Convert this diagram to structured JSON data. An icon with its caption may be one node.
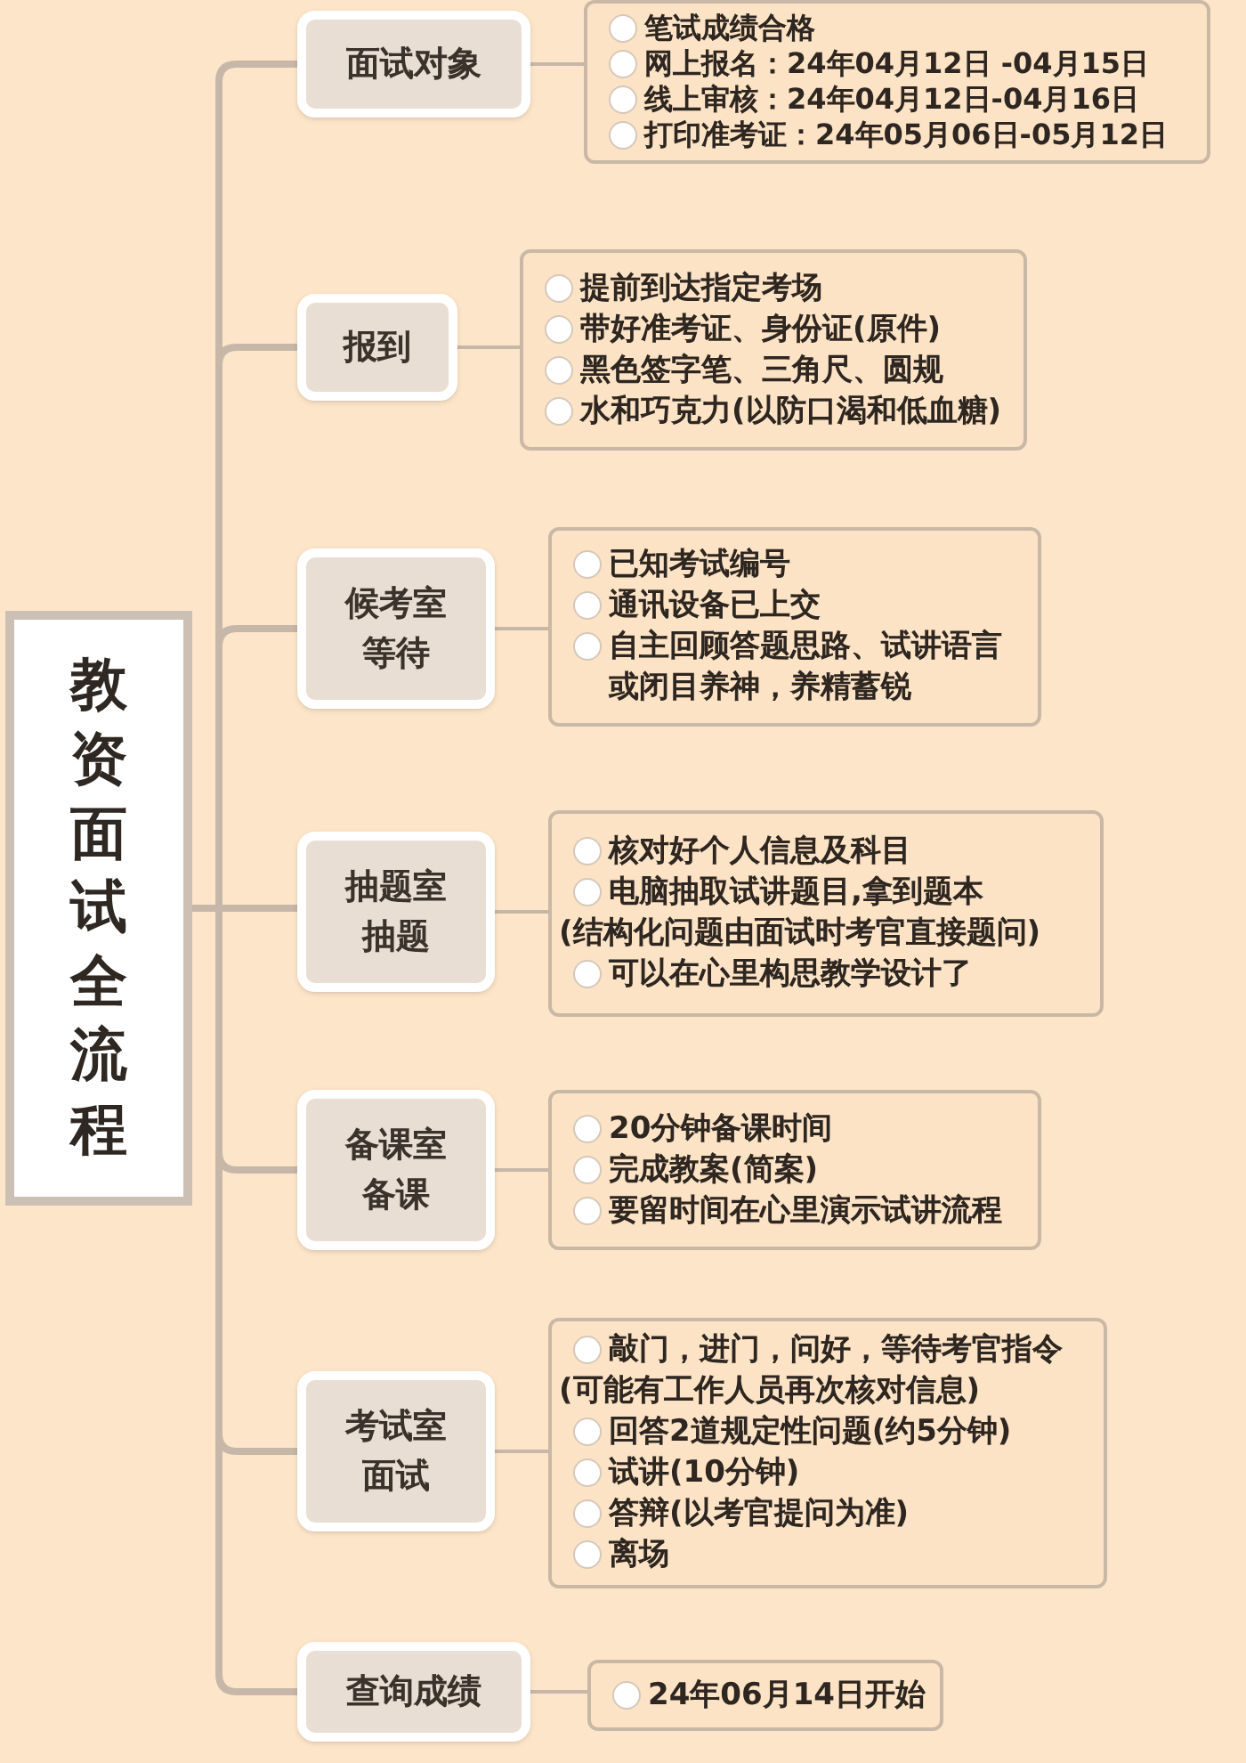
{
  "diagram": {
    "nodes": [
      {
        "text": [
          "教资面试全流程"
        ]
      },
      {
        "text": [
          "面试对象"
        ]
      },
      {
        "text": [
          "笔试成绩合格",
          "网上报名：24年04月12日 -04月15日",
          "线上审核：24年04月12日-04月16日",
          "打印准考证：24年05月06日-05月12日"
        ]
      },
      {
        "text": [
          "报到"
        ]
      },
      {
        "text": [
          "提前到达指定考场",
          "带好准考证、身份证(原件)",
          "黑色签字笔、三角尺、圆规",
          "水和巧克力(以防口渴和低血糖)"
        ]
      },
      {
        "text": [
          "候考室等待"
        ]
      },
      {
        "text": [
          "已知考试编号",
          "通讯设备已上交",
          "自主回顾答题思路、试讲语言或闭目养神，养精蓄锐"
        ]
      },
      {
        "text": [
          "抽题室抽题"
        ]
      },
      {
        "text": [
          "核对好个人信息及科目",
          "电脑抽取试讲题目,拿到题本",
          "(结构化问题由面试时考官直接题问)",
          "可以在心里构思教学设计了"
        ]
      },
      {
        "text": [
          "备课室备课"
        ]
      },
      {
        "text": [
          "20分钟备课时间",
          "完成教案(简案)",
          "要留时间在心里演示试讲流程"
        ]
      },
      {
        "text": [
          "考试室面试"
        ]
      },
      {
        "text": [
          "敲门，进门，问好，等待考官指令",
          "(可能有工作人员再次核对信息)",
          "回答2道规定性问题(约5分钟)",
          "试讲(10分钟)",
          "答辩(以考官提问为准)",
          "离场"
        ]
      },
      {
        "text": [
          "查询成绩"
        ]
      },
      {
        "text": [
          "24年06月14日开始"
        ]
      }
    ],
    "edges": [
      {
        "from": 0,
        "to": 1,
        "arrow": "none",
        "style": "thick"
      },
      {
        "from": 1,
        "to": 2,
        "arrow": "none"
      },
      {
        "from": 0,
        "to": 3,
        "arrow": "none",
        "style": "thick"
      },
      {
        "from": 3,
        "to": 4,
        "arrow": "none"
      },
      {
        "from": 0,
        "to": 5,
        "arrow": "none",
        "style": "thick"
      },
      {
        "from": 5,
        "to": 6,
        "arrow": "none"
      },
      {
        "from": 0,
        "to": 7,
        "arrow": "none",
        "style": "thick"
      },
      {
        "from": 7,
        "to": 8,
        "arrow": "none"
      },
      {
        "from": 0,
        "to": 9,
        "arrow": "none",
        "style": "thick"
      },
      {
        "from": 9,
        "to": 10,
        "arrow": "none"
      },
      {
        "from": 0,
        "to": 11,
        "arrow": "none",
        "style": "thick"
      },
      {
        "from": 11,
        "to": 12,
        "arrow": "none"
      },
      {
        "from": 0,
        "to": 13,
        "arrow": "none",
        "style": "thick"
      },
      {
        "from": 13,
        "to": 14,
        "arrow": "none"
      }
    ]
  }
}
